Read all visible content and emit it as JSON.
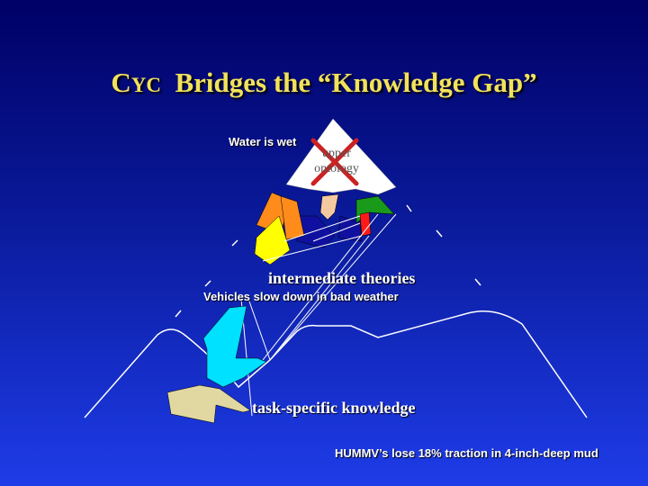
{
  "title": {
    "cyc_first": "C",
    "cyc_rest": "YC",
    "rest": "Bridges  the  “Knowledge  Gap”"
  },
  "labels": {
    "water_is_wet": "Water is wet",
    "upper_line1": "upper",
    "upper_line2": "ontology",
    "intermediate": "intermediate theories",
    "vehicles": "Vehicles slow down in bad weather",
    "task_specific": "task-specific knowledge",
    "hummv": "HUMMV’s lose 18% traction in 4-inch-deep mud"
  },
  "colors": {
    "title": "#f2e25a",
    "background_top": "#000066",
    "background_bottom": "#1e3ce8",
    "upper_ontology": "#ffffff",
    "cross": "#cc2222",
    "orange": "#ff8c1a",
    "yellow": "#ffff00",
    "peach": "#f5c9a0",
    "green": "#1a9a1a",
    "red": "#ff1a1a",
    "cyan": "#00e0ff",
    "tan": "#e0d8a0",
    "navy": "#1010a0"
  }
}
